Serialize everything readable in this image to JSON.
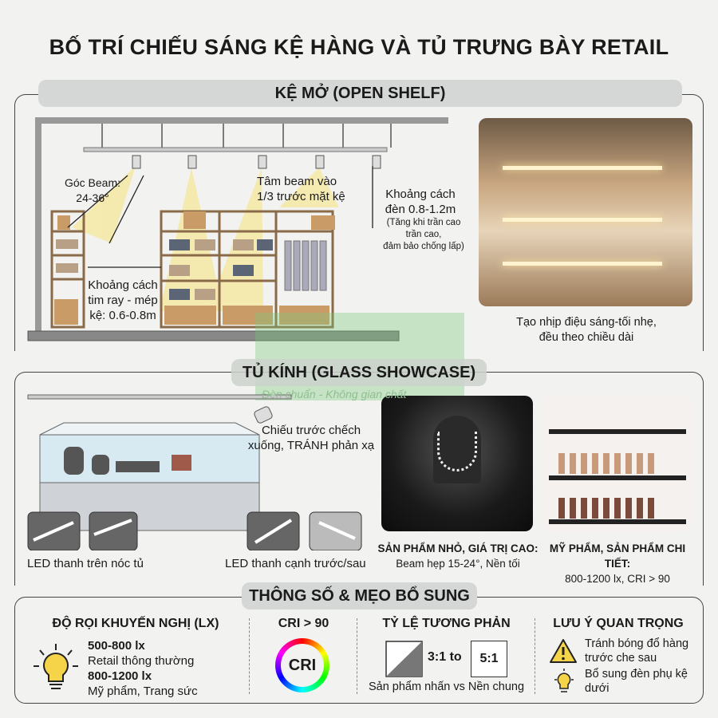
{
  "title": "BỐ TRÍ CHIẾU SÁNG KỆ HÀNG VÀ TỦ TRƯNG BÀY RETAIL",
  "open_shelf": {
    "header": "KỆ MỞ (OPEN SHELF)",
    "beam_angle": [
      "Góc Beam:",
      "24-36°"
    ],
    "beam_center": [
      "Tâm beam vào",
      "1/3 trước mặt kệ"
    ],
    "spacing": [
      "Khoảng cách",
      "đèn 0.8-1.2m"
    ],
    "spacing_note": [
      "(Tăng khi trần cao",
      "trần cao,",
      "đảm bảo chống lấp)"
    ],
    "rail_distance": [
      "Khoảng cách",
      "tim ray - mép",
      "kệ: 0.6-0.8m"
    ],
    "photo_caption": [
      "Tạo nhịp điệu sáng-tối nhẹ,",
      "đều theo chiều dài"
    ]
  },
  "glass_showcase": {
    "header": "TỦ KÍNH (GLASS SHOWCASE)",
    "spot_note": [
      "Chiếu trước chếch",
      "xuống, TRÁNH phản xạ"
    ],
    "led_top": "LED thanh trên nóc tủ",
    "led_side": "LED thanh cạnh trước/sau",
    "jewelry_caption": [
      "SẢN PHẨM NHỎ, GIÁ TRỊ CAO:",
      "Beam hẹp 15-24°, Nền tối"
    ],
    "cosmetics_caption": [
      "MỸ PHẨM, SẢN PHẨM CHI TIẾT:",
      "800-1200 lx, CRI > 90"
    ]
  },
  "tips": {
    "header": "THÔNG SỐ & MẸO BỔ SUNG",
    "lux": {
      "title": "ĐỘ RỌI KHUYẾN NGHỊ (LX)",
      "v1": "500-800 lx",
      "d1": "Retail thông thường",
      "v2": "800-1200 lx",
      "d2": "Mỹ phẩm, Trang sức"
    },
    "cri": {
      "title": "CRI > 90",
      "badge": "CRI"
    },
    "contrast": {
      "title": "TỶ LỆ TƯƠNG PHẢN",
      "from": "3:1 to",
      "to": "5:1",
      "note": "Sản phẩm nhấn vs Nền chung"
    },
    "notes": {
      "title": "LƯU Ý QUAN TRỌNG",
      "n1": "Tránh bóng đổ hàng trước che sau",
      "n2": "Bổ sung đèn phụ kệ dưới"
    }
  },
  "watermark": {
    "tagline": "Đèn chuẩn - Không gian chất"
  },
  "colors": {
    "beam": "#f6e58d",
    "wood": "#c99c67",
    "pill": "#d5d6d6",
    "bulb": "#f5d44a"
  }
}
